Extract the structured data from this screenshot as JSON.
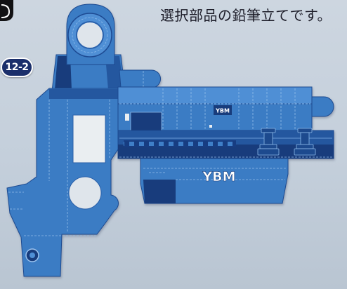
{
  "caption": {
    "text": "選択部品の鉛筆立てです。"
  },
  "badge": {
    "label": "12-2"
  },
  "template": {
    "logo_small": "YBM",
    "logo_large": "YBM"
  },
  "colors": {
    "background": "#c4cfdb",
    "paper_blue": "#3b7cc4",
    "light_blue": "#4f8fd5",
    "dark_blue": "#24579f",
    "navy": "#183c7c",
    "cutout": "#dfe5eb",
    "badge": "#1b2f6b",
    "caption_text": "#1c1c28"
  }
}
